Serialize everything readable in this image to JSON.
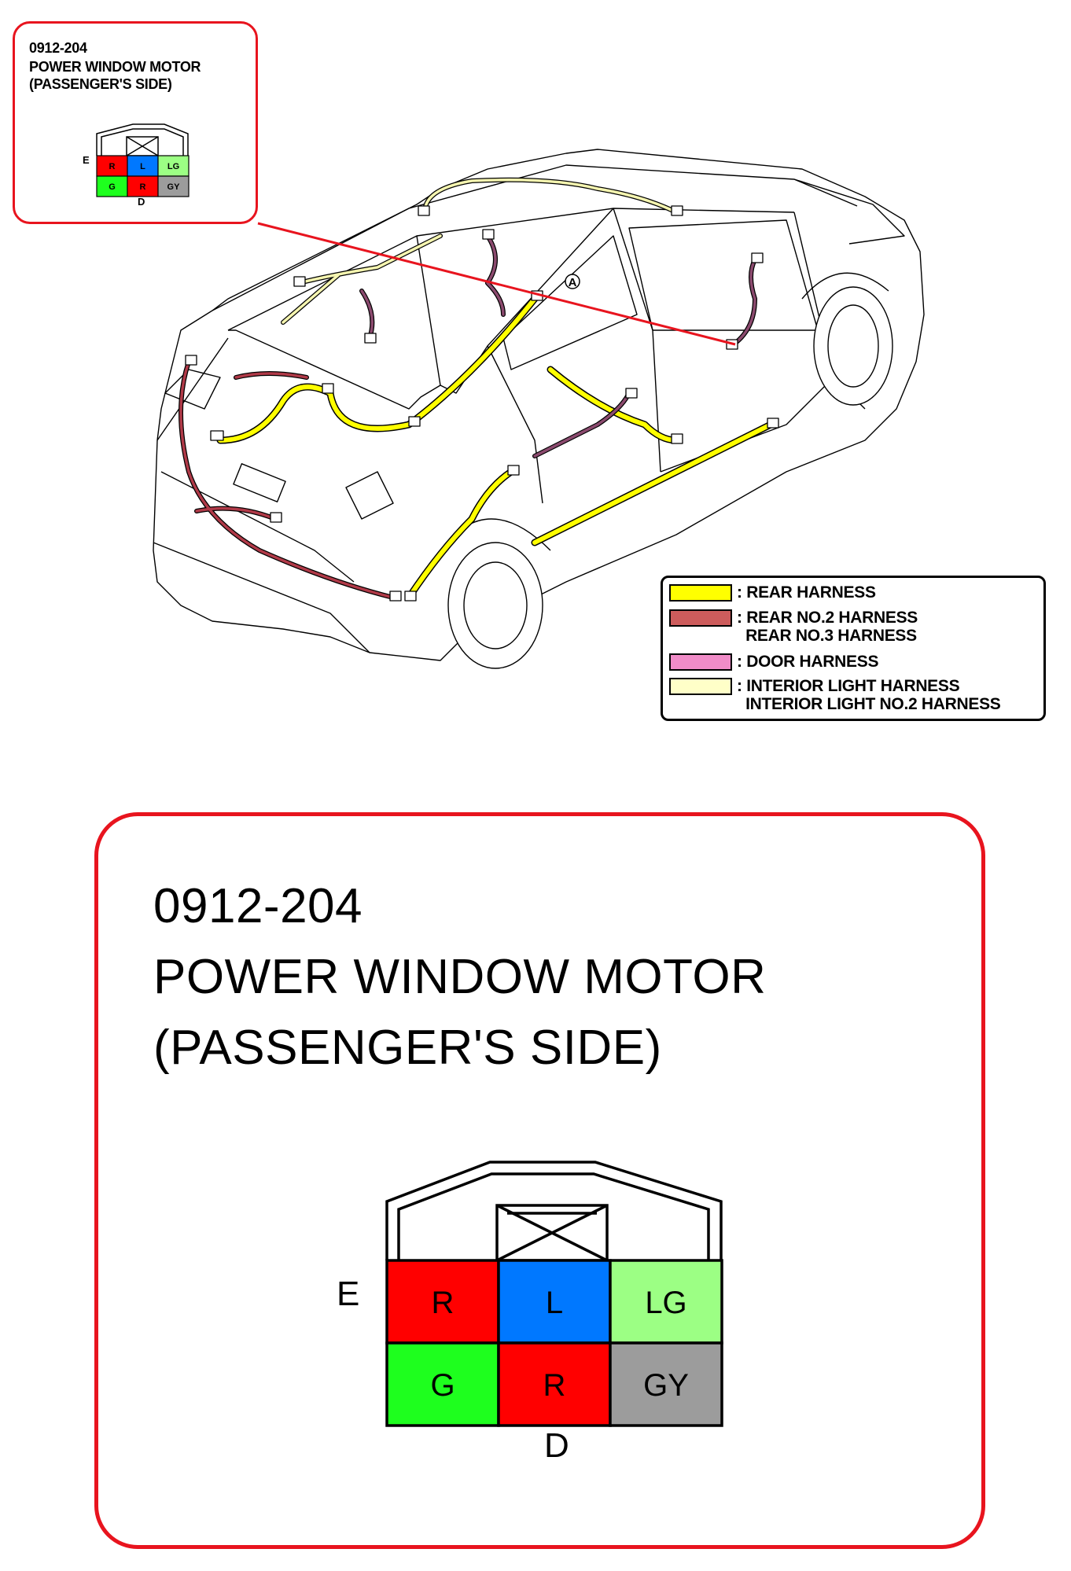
{
  "small_callout": {
    "code": "0912-204",
    "name_line1": "POWER WINDOW MOTOR",
    "name_line2": "(PASSENGER'S SIDE)"
  },
  "big_callout": {
    "code": "0912-204",
    "name_line1": "POWER WINDOW MOTOR",
    "name_line2": "(PASSENGER'S SIDE)"
  },
  "connector": {
    "row_label_top": "E",
    "row_label_bottom": "D",
    "top_row": [
      {
        "label": "R",
        "color": "#ff0000"
      },
      {
        "label": "L",
        "color": "#0078ff"
      },
      {
        "label": "LG",
        "color": "#9cff84"
      }
    ],
    "bottom_row": [
      {
        "label": "G",
        "color": "#1eff1e"
      },
      {
        "label": "R",
        "color": "#ff0000"
      },
      {
        "label": "GY",
        "color": "#9c9c9c"
      }
    ]
  },
  "marker": "A",
  "legend": [
    {
      "swatch": "#ffff00",
      "text": ": REAR HARNESS"
    },
    {
      "swatch": "#cd5c5c",
      "text": ": REAR NO.2 HARNESS\n  REAR NO.3 HARNESS"
    },
    {
      "swatch": "#f08cc8",
      "text": ": DOOR HARNESS"
    },
    {
      "swatch": "#ffffc8",
      "text": ": INTERIOR LIGHT HARNESS\n  INTERIOR LIGHT NO.2 HARNESS"
    }
  ],
  "colors": {
    "callout_border": "#e8141e",
    "rear_harness": "#ffff00",
    "rear_no2_harness": "#b03a48",
    "door_harness": "#8b4a6e",
    "interior_light_harness": "#e8e8a0"
  }
}
